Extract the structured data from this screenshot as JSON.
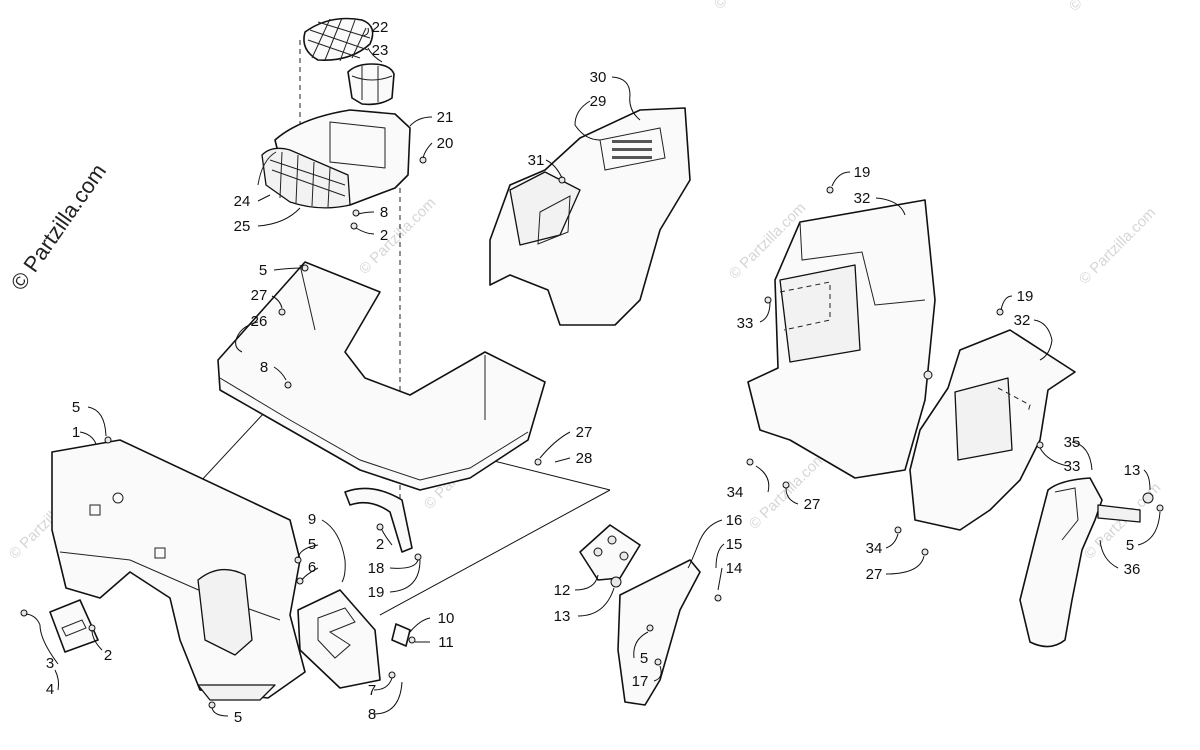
{
  "watermark": {
    "primary": "© Partzilla.com",
    "repeat": "© Partzilla.com"
  },
  "callouts": [
    {
      "label": "22"
    },
    {
      "label": "23"
    },
    {
      "label": "21"
    },
    {
      "label": "20"
    },
    {
      "label": "24"
    },
    {
      "label": "25"
    },
    {
      "label": "8"
    },
    {
      "label": "2"
    },
    {
      "label": "5"
    },
    {
      "label": "27"
    },
    {
      "label": "26"
    },
    {
      "label": "8"
    },
    {
      "label": "5"
    },
    {
      "label": "1"
    },
    {
      "label": "27"
    },
    {
      "label": "28"
    },
    {
      "label": "2"
    },
    {
      "label": "18"
    },
    {
      "label": "19"
    },
    {
      "label": "9"
    },
    {
      "label": "5"
    },
    {
      "label": "6"
    },
    {
      "label": "3"
    },
    {
      "label": "4"
    },
    {
      "label": "2"
    },
    {
      "label": "5"
    },
    {
      "label": "10"
    },
    {
      "label": "11"
    },
    {
      "label": "7"
    },
    {
      "label": "8"
    },
    {
      "label": "30"
    },
    {
      "label": "29"
    },
    {
      "label": "31"
    },
    {
      "label": "19"
    },
    {
      "label": "32"
    },
    {
      "label": "33"
    },
    {
      "label": "19"
    },
    {
      "label": "32"
    },
    {
      "label": "35"
    },
    {
      "label": "33"
    },
    {
      "label": "34"
    },
    {
      "label": "27"
    },
    {
      "label": "16"
    },
    {
      "label": "15"
    },
    {
      "label": "14"
    },
    {
      "label": "12"
    },
    {
      "label": "13"
    },
    {
      "label": "5"
    },
    {
      "label": "17"
    },
    {
      "label": "34"
    },
    {
      "label": "27"
    },
    {
      "label": "13"
    },
    {
      "label": "5"
    },
    {
      "label": "36"
    }
  ]
}
